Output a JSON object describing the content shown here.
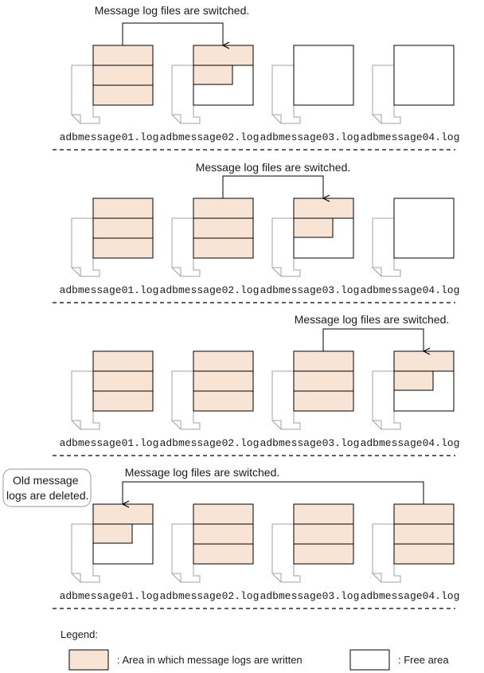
{
  "switch_label": "Message log files are switched.",
  "files": [
    "adbmessage01.log",
    "adbmessage02.log",
    "adbmessage03.log",
    "adbmessage04.log"
  ],
  "callout": {
    "line1": "Old message",
    "line2": "logs are deleted."
  },
  "legend": {
    "title": "Legend:",
    "written": ": Area in which message logs are written",
    "free": ": Free area"
  },
  "colors": {
    "written_fill": "#f7e4d4",
    "line": "#000000",
    "page_shadow": "#a0a0a0"
  },
  "stages": [
    {
      "file_states": [
        "full",
        "partial",
        "empty",
        "empty"
      ],
      "switch_from": 1,
      "switch_to": 2
    },
    {
      "file_states": [
        "full",
        "full",
        "partial",
        "empty"
      ],
      "switch_from": 2,
      "switch_to": 3
    },
    {
      "file_states": [
        "full",
        "full",
        "full",
        "partial"
      ],
      "switch_from": 3,
      "switch_to": 4
    },
    {
      "file_states": [
        "partial",
        "full",
        "full",
        "full"
      ],
      "switch_from": 4,
      "switch_to": 1
    }
  ]
}
